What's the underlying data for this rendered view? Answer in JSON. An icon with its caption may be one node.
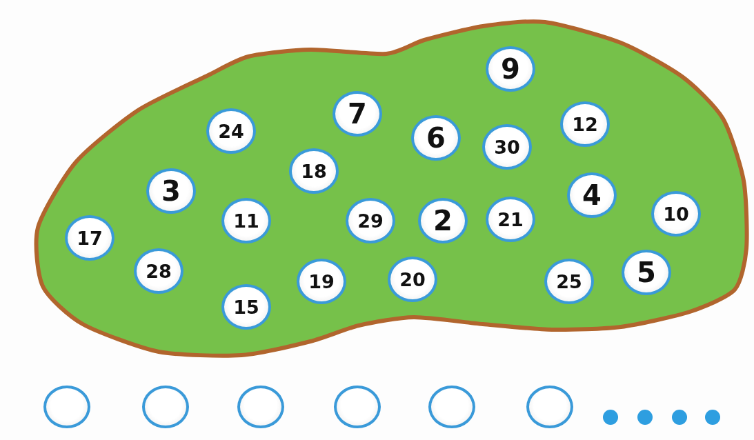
{
  "diagram": {
    "nodes": [
      {
        "text": [],
        "shape": "blob"
      },
      {
        "text": [
          "9"
        ],
        "in": 0
      },
      {
        "text": [
          "24"
        ],
        "in": 0
      },
      {
        "text": [
          "7"
        ],
        "in": 0
      },
      {
        "text": [
          "6"
        ],
        "in": 0
      },
      {
        "text": [
          "30"
        ],
        "in": 0
      },
      {
        "text": [
          "12"
        ],
        "in": 0
      },
      {
        "text": [
          "18"
        ],
        "in": 0
      },
      {
        "text": [
          "3"
        ],
        "in": 0
      },
      {
        "text": [
          "4"
        ],
        "in": 0
      },
      {
        "text": [
          "10"
        ],
        "in": 0
      },
      {
        "text": [
          "17"
        ],
        "in": 0
      },
      {
        "text": [
          "11"
        ],
        "in": 0
      },
      {
        "text": [
          "29"
        ],
        "in": 0
      },
      {
        "text": [
          "2"
        ],
        "in": 0
      },
      {
        "text": [
          "21"
        ],
        "in": 0
      },
      {
        "text": [
          "28"
        ],
        "in": 0
      },
      {
        "text": [
          "19"
        ],
        "in": 0
      },
      {
        "text": [
          "20"
        ],
        "in": 0
      },
      {
        "text": [
          "25"
        ],
        "in": 0
      },
      {
        "text": [
          "5"
        ],
        "in": 0
      },
      {
        "text": [
          "15"
        ],
        "in": 0
      },
      {
        "text": [],
        "shape": "circle"
      },
      {
        "text": [],
        "shape": "circle"
      },
      {
        "text": [],
        "shape": "circle"
      },
      {
        "text": [],
        "shape": "circle"
      },
      {
        "text": [],
        "shape": "circle"
      },
      {
        "text": [],
        "shape": "circle"
      }
    ]
  }
}
